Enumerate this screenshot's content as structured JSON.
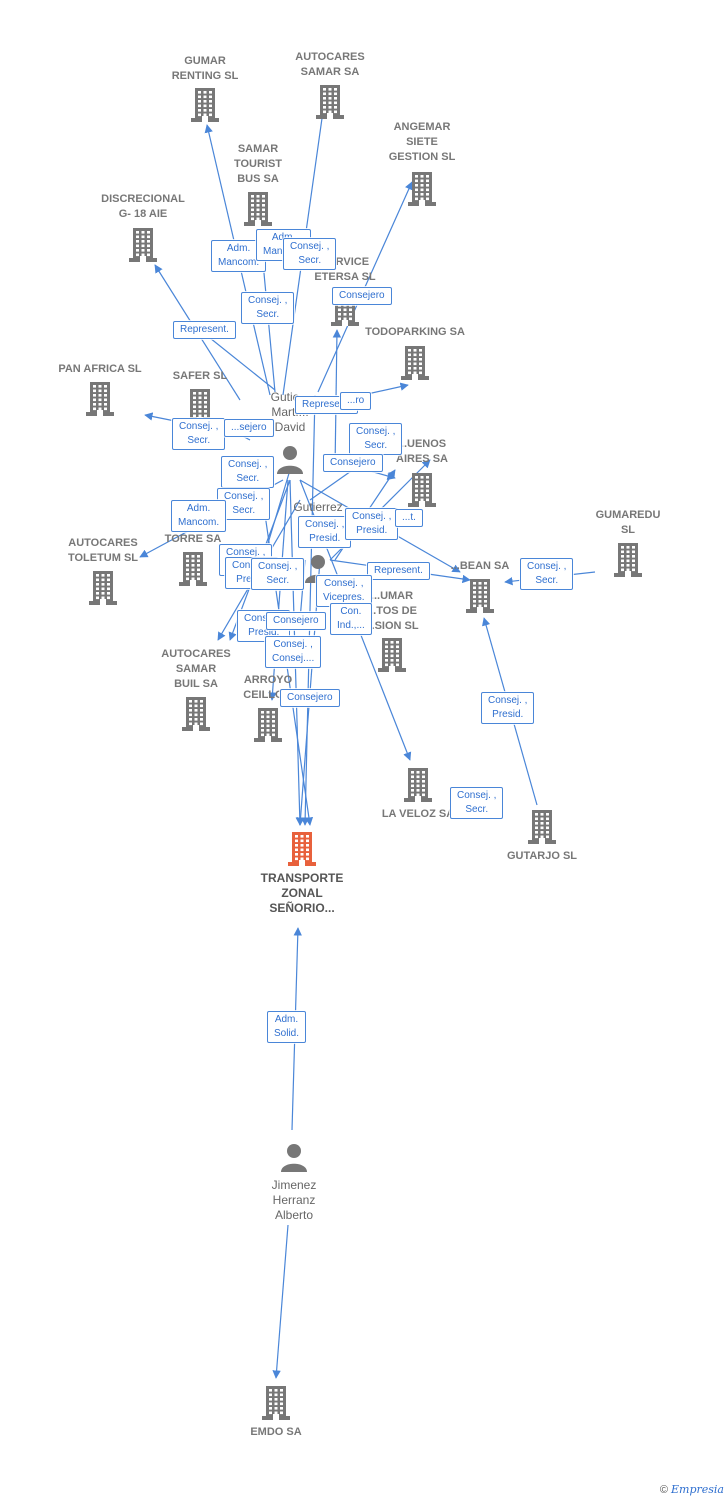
{
  "colors": {
    "edge": "#4a86d8",
    "building": "#777777",
    "main_building": "#e8613c",
    "person": "#777777"
  },
  "nodes": [
    {
      "id": "gumar_renting",
      "type": "company",
      "label": "GUMAR\nRENTING SL"
    },
    {
      "id": "autocares_samar",
      "type": "company",
      "label": "AUTOCARES\nSAMAR SA"
    },
    {
      "id": "angemar",
      "type": "company",
      "label": "ANGEMAR\nSIETE\nGESTION SL"
    },
    {
      "id": "samar_tourist",
      "type": "company",
      "label": "SAMAR\nTOURIST\nBUS SA"
    },
    {
      "id": "discrecional",
      "type": "company",
      "label": "DISCRECIONAL\nG- 18 AIE"
    },
    {
      "id": "service_etersa",
      "type": "company",
      "label": "SERVICE\nETERSA SL"
    },
    {
      "id": "todoparking",
      "type": "company",
      "label": "TODOPARKING SA"
    },
    {
      "id": "pan_africa",
      "type": "company",
      "label": "PAN AFRICA SL"
    },
    {
      "id": "safer",
      "type": "company",
      "label": "SAFER SL"
    },
    {
      "id": "buenos_aires",
      "type": "company",
      "label": "...UENOS\nAIRES SA"
    },
    {
      "id": "gumaredu",
      "type": "company",
      "label": "GUMAREDU\nSL"
    },
    {
      "id": "torre",
      "type": "company",
      "label": "E...\nC...\nTORRE SA"
    },
    {
      "id": "toletum",
      "type": "company",
      "label": "AUTOCARES\nTOLETUM  SL"
    },
    {
      "id": "bean",
      "type": "company",
      "label": "...BEAN SA"
    },
    {
      "id": "gumar_tos",
      "type": "company",
      "label": "...UMAR\n...TOS DE\n...SION  SL"
    },
    {
      "id": "samar_buil",
      "type": "company",
      "label": "AUTOCARES\nSAMAR\nBUIL SA"
    },
    {
      "id": "arroyo",
      "type": "company",
      "label": "ARROYO\nCEILLO..."
    },
    {
      "id": "la_veloz",
      "type": "company",
      "label": "LA VELOZ SA"
    },
    {
      "id": "gutarjo",
      "type": "company",
      "label": "GUTARJO  SL"
    },
    {
      "id": "transporte",
      "type": "main",
      "label": "TRANSPORTE\nZONAL\nSEÑORIO..."
    },
    {
      "id": "emdo",
      "type": "company",
      "label": "EMDO SA"
    },
    {
      "id": "gutierrez_martin",
      "type": "person",
      "label": "Gutie...\nMartí...\nDavid"
    },
    {
      "id": "gutierrez_2",
      "type": "person",
      "label": "Gutierrez\n...Ec..."
    },
    {
      "id": "jimenez",
      "type": "person",
      "label": "Jimenez\nHerranz\nAlberto"
    }
  ],
  "edge_labels": [
    "Adm.\nMancom.",
    "Adm.\nMancom.",
    "Consej. ,\nSecr.",
    "Consej. ,\nSecr.",
    "Consejero",
    "Represent.",
    "Represent.",
    "...ro",
    "Consej. ,\nSecr.",
    "...sejero",
    "Consej. ,\nSecr.",
    "Consej. ,\nSecr.",
    "Consejero",
    "Consej. ,\nSecr.",
    "Adm.\nMancom.",
    "Consej. ,\nPresid.",
    "Consej. ,\nPresid.",
    "...t.",
    "Consej. ,\nSecr.",
    "Consej. ,\nPresid.",
    "Represent.",
    "Consej. ,\nVicepres.",
    "Consej. ,\nSecr.",
    "Con.\nInd.,...",
    "Consej. ,\nPresid.",
    "Consejero",
    "Consej. ,\nConsej....",
    "Consejero",
    "Consej. ,\nPresid.",
    "Consej. ,\nSecr.",
    "Consej. ,\nSecr.",
    "Adm.\nSolid."
  ],
  "credit": {
    "symbol": "©",
    "brand": "Empresia"
  }
}
